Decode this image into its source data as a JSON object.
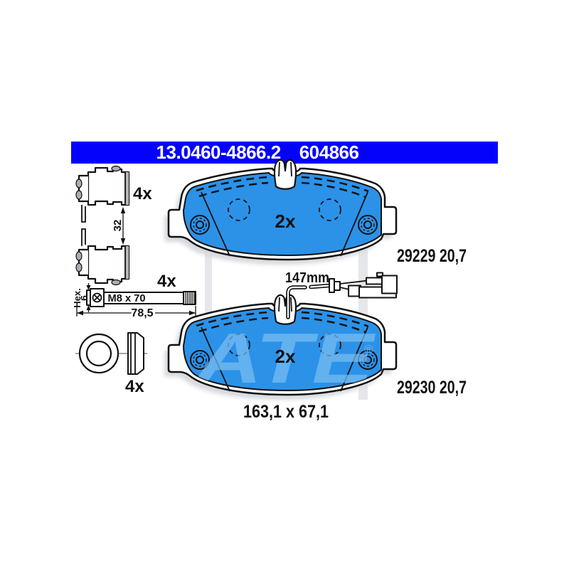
{
  "header": {
    "part_number": "13.0460-4866.2",
    "catalog_number": "604866"
  },
  "accessories": {
    "clip": {
      "qty": "4x",
      "height_dim": "32"
    },
    "bolt": {
      "qty": "4x",
      "spec": "M8 x 70",
      "length_dim": "78,5",
      "hex_label": "Hex.",
      "hex_size": "6"
    },
    "cap": {
      "qty": "4x"
    }
  },
  "pads": {
    "top": {
      "qty": "2x",
      "part_info": "29229 20,7"
    },
    "bottom": {
      "qty": "2x",
      "part_info": "29230 20,7"
    },
    "overall_dimensions": "163,1 x 67,1"
  },
  "sensor": {
    "cable_length": "147mm"
  },
  "watermark": {
    "brand": "ATE",
    "registered": "®"
  },
  "colors": {
    "header-bg": "#0402fa",
    "header-text": "#ffffff",
    "pad-blue": "#2b92e8",
    "watermark": "#79bdf2",
    "line": "#111111",
    "shadow": "#d7d9de",
    "band": "#e6e7ea"
  }
}
